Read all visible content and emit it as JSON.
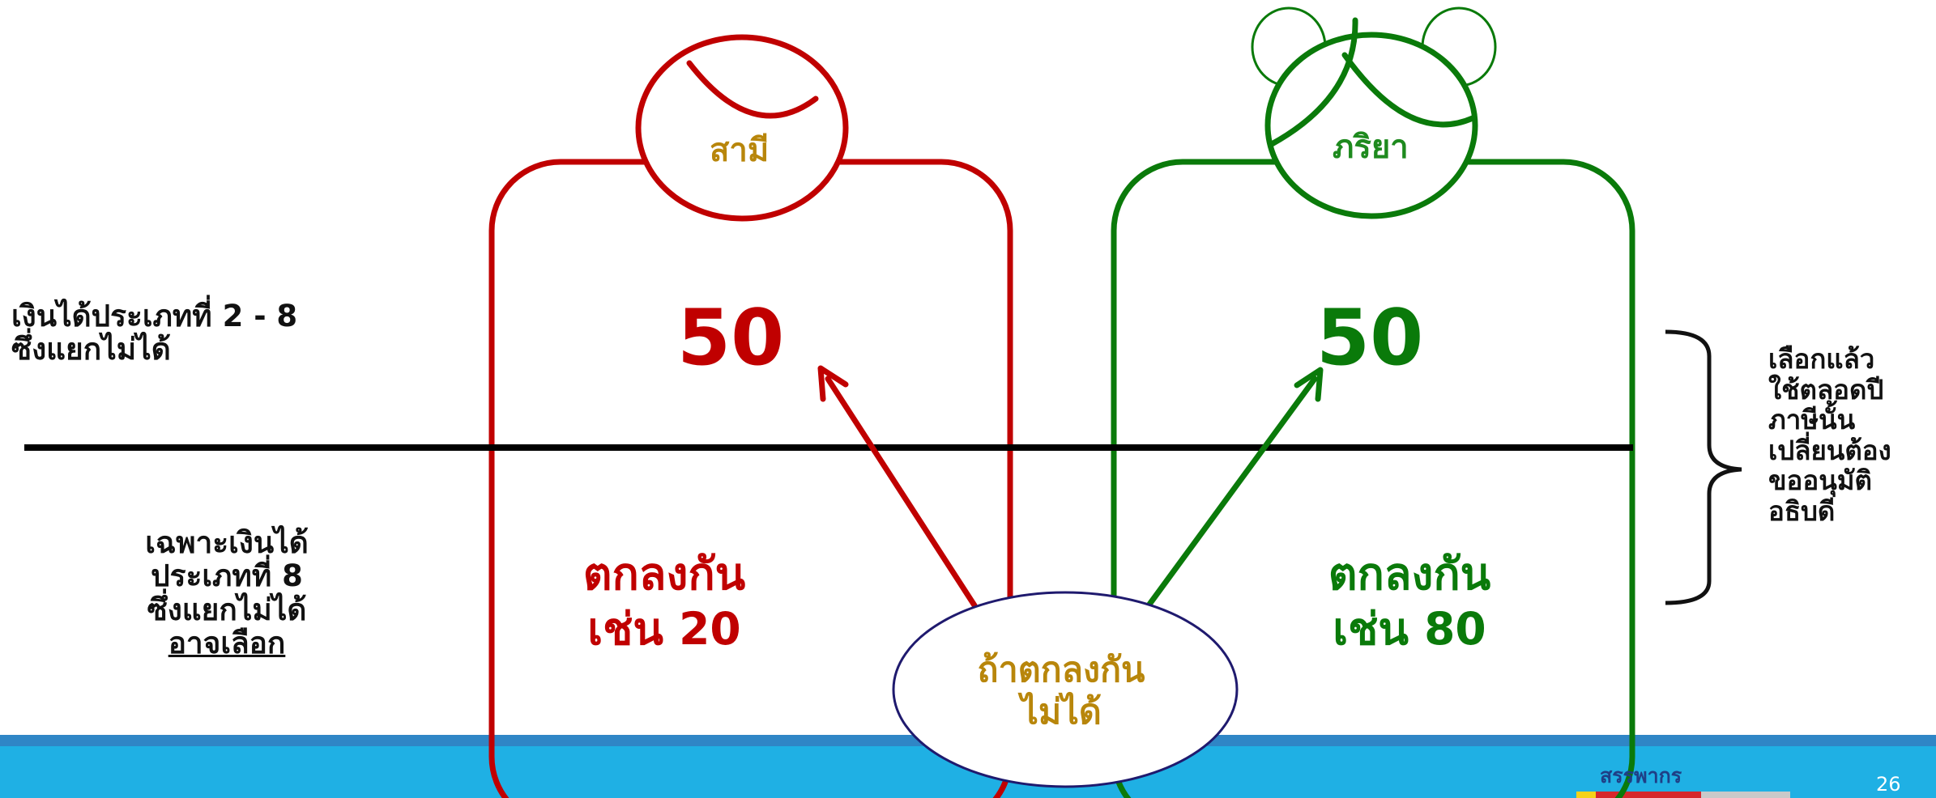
{
  "footer": {
    "org_name": "สรรพากร",
    "page_number": "26"
  },
  "left_labels": {
    "upper": [
      "เงินได้ประเภทที่ 2 - 8",
      "ซึ่งแยกไม่ได้"
    ],
    "lower": [
      "เฉพาะเงินได้",
      "ประเภทที่ 8",
      "ซึ่งแยกไม่ได้"
    ],
    "lower_underlined": "อาจเลือก"
  },
  "husband": {
    "label": "สามี",
    "share_default": "50",
    "agree_lines": [
      "ตกลงกัน",
      "เช่น 20"
    ]
  },
  "wife": {
    "label": "ภริยา",
    "share_default": "50",
    "agree_lines": [
      "ตกลงกัน",
      "เช่น 80"
    ]
  },
  "center_note": [
    "ถ้าตกลงกัน",
    "ไม่ได้"
  ],
  "right_note": [
    "เลือกแล้ว",
    "ใช้ตลอดปี",
    "ภาษีนั้น",
    "เปลี่ยนต้อง",
    "ขออนุมัติ",
    "อธิบดี"
  ],
  "colors": {
    "husband": "#c00000",
    "wife": "#0a7a0a",
    "label_gold": "#b8860b",
    "ellipse_border": "#1f1a6e",
    "footer_blue": "#1fb0e4"
  }
}
